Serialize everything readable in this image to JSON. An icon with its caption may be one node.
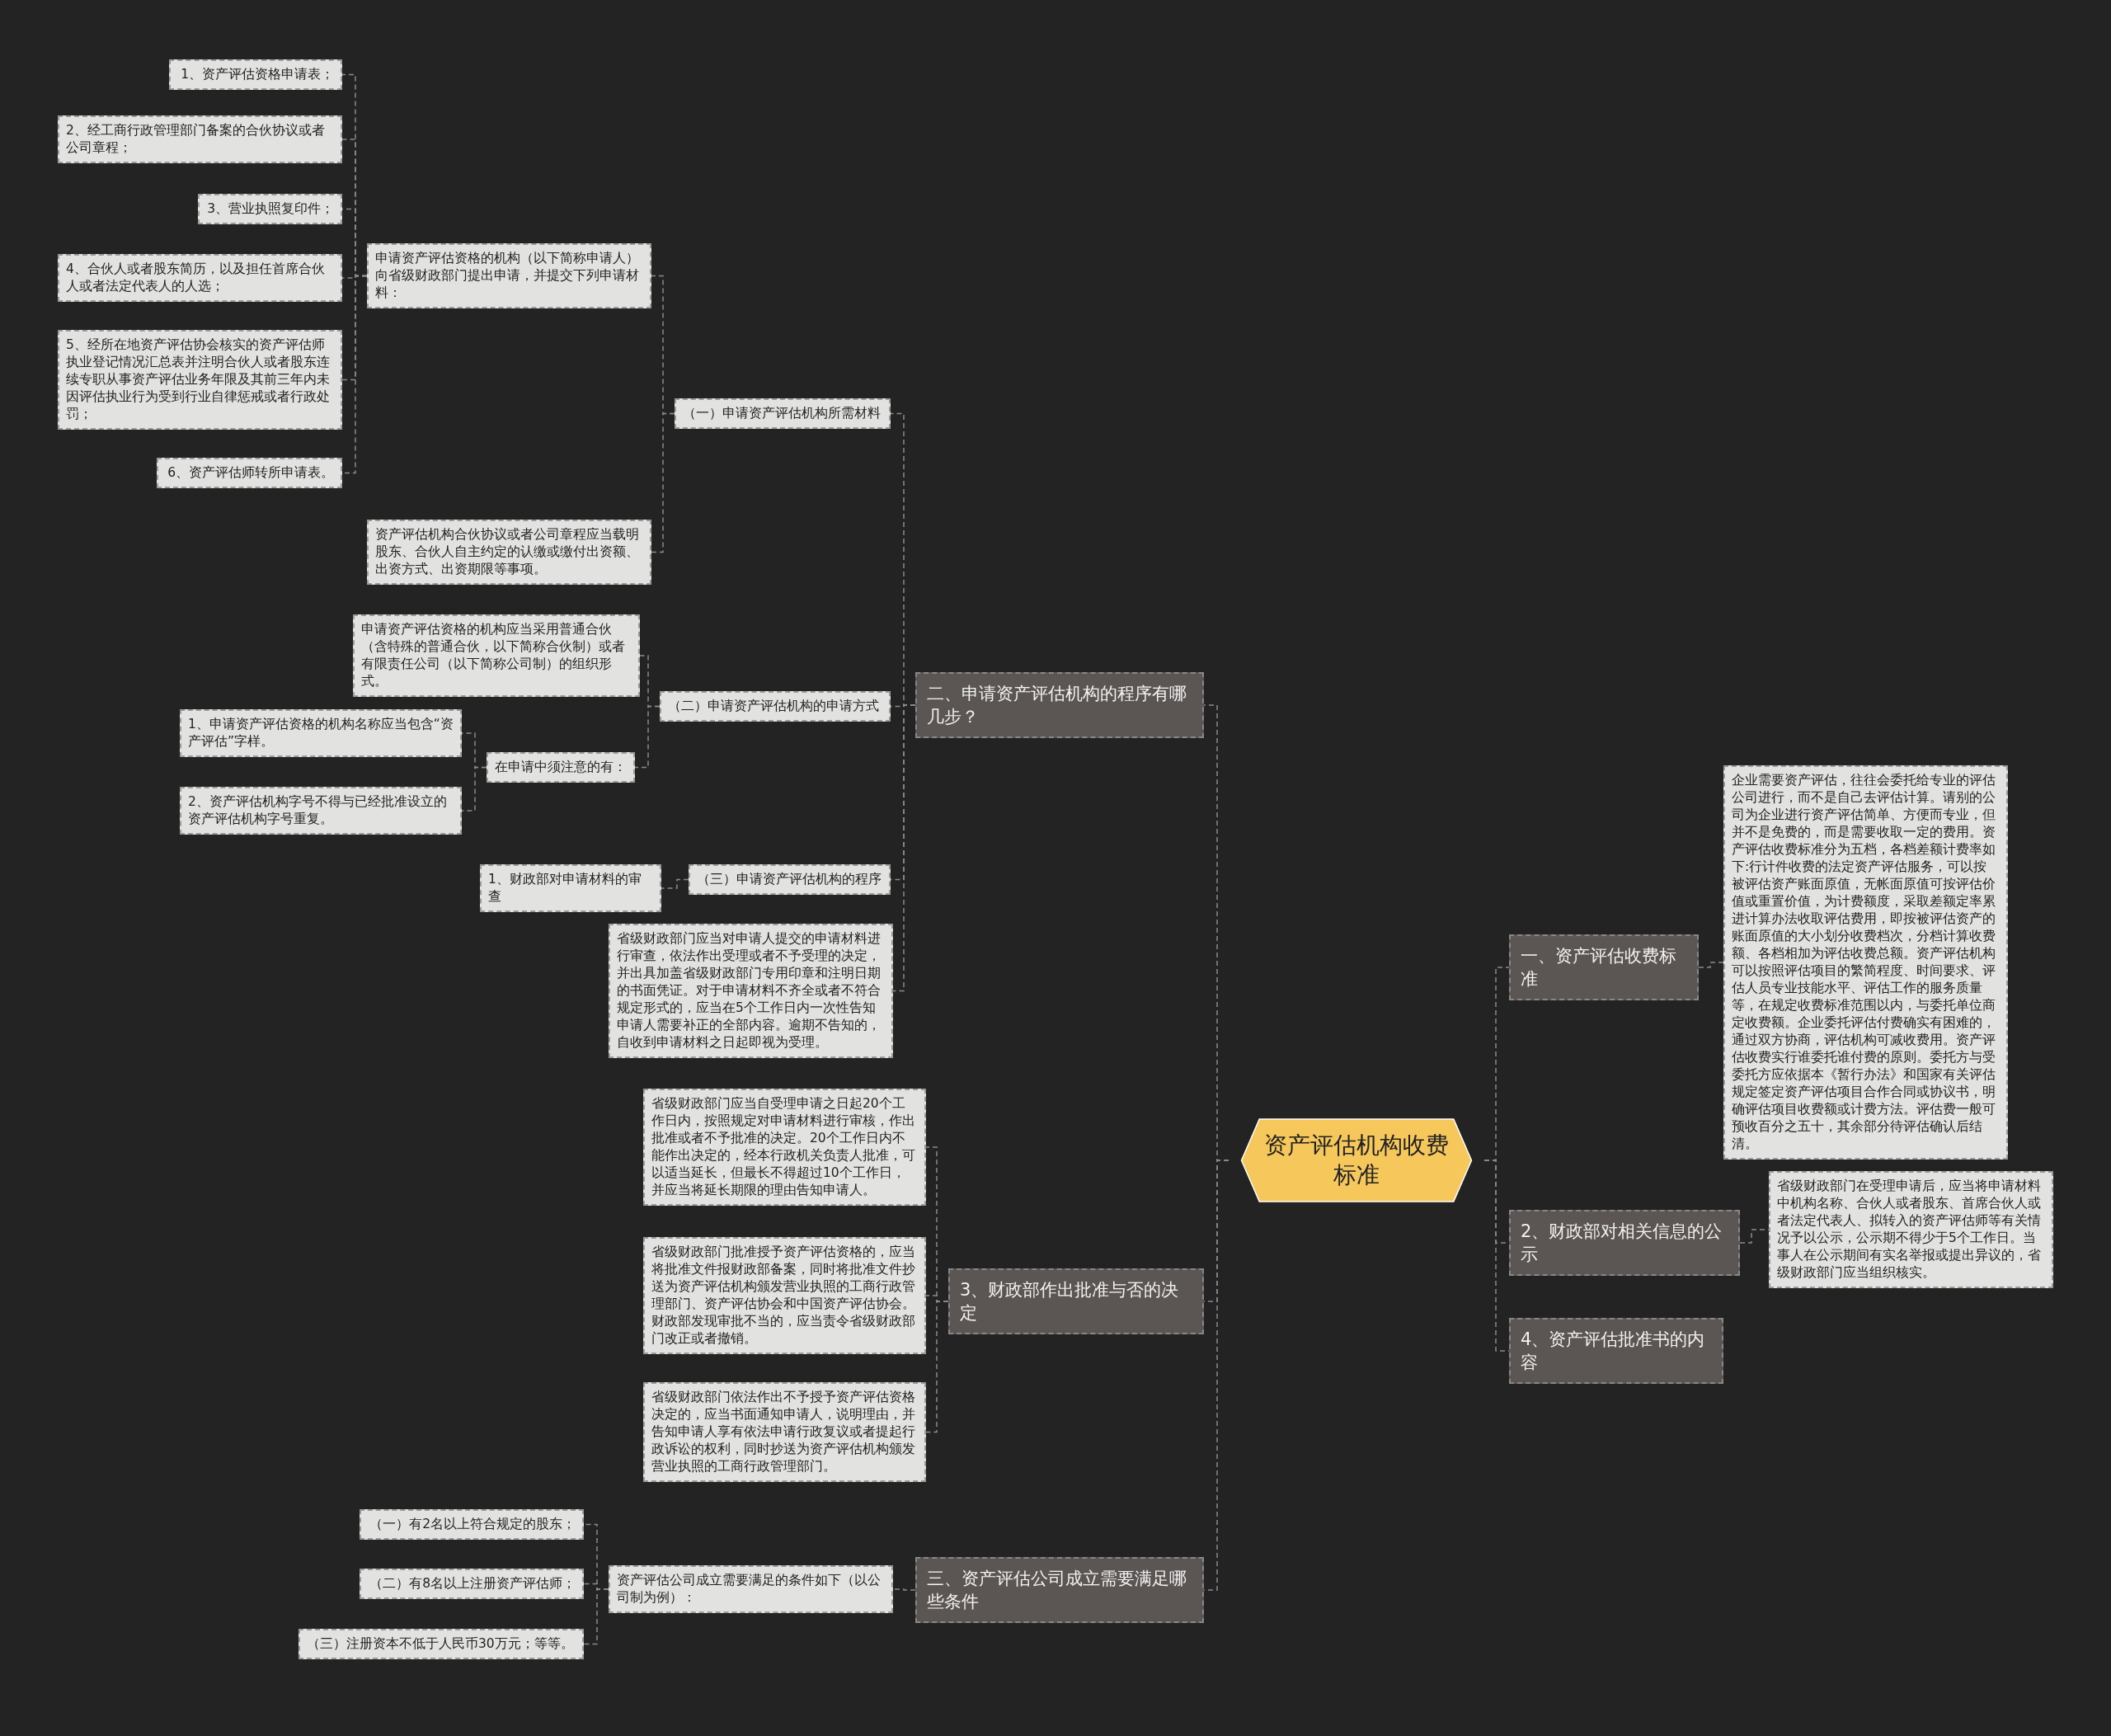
{
  "diagram": {
    "nodes": [
      {
        "text": [
          "资产评估机构收费标准"
        ]
      },
      {
        "text": [
          "二、申请资产评估机构的程序有哪几步？"
        ]
      },
      {
        "text": [
          "（一）申请资产评估机构所需材料"
        ]
      },
      {
        "text": [
          "申请资产评估资格的机构（以下简称申请人）向省级财政部门提出申请，并提交下列申请材料："
        ]
      },
      {
        "text": [
          "1、资产评估资格申请表；"
        ]
      },
      {
        "text": [
          "2、经工商行政管理部门备案的合伙协议或者公司章程；"
        ]
      },
      {
        "text": [
          "3、营业执照复印件；"
        ]
      },
      {
        "text": [
          "4、合伙人或者股东简历，以及担任首席合伙人或者法定代表人的人选；"
        ]
      },
      {
        "text": [
          "5、经所在地资产评估协会核实的资产评估师执业登记情况汇总表并注明合伙人或者股东连续专职从事资产评估业务年限及其前三年内未因评估执业行为受到行业自律惩戒或者行政处罚；"
        ]
      },
      {
        "text": [
          "6、资产评估师转所申请表。"
        ]
      },
      {
        "text": [
          "资产评估机构合伙协议或者公司章程应当载明股东、合伙人自主约定的认缴或缴付出资额、出资方式、出资期限等事项。"
        ]
      },
      {
        "text": [
          "（二）申请资产评估机构的申请方式"
        ]
      },
      {
        "text": [
          "申请资产评估资格的机构应当采用普通合伙（含特殊的普通合伙，以下简称合伙制）或者有限责任公司（以下简称公司制）的组织形式。"
        ]
      },
      {
        "text": [
          "在申请中须注意的有："
        ]
      },
      {
        "text": [
          "1、申请资产评估资格的机构名称应当包含“资产评估”字样。"
        ]
      },
      {
        "text": [
          "2、资产评估机构字号不得与已经批准设立的资产评估机构字号重复。"
        ]
      },
      {
        "text": [
          "（三）申请资产评估机构的程序"
        ]
      },
      {
        "text": [
          "1、财政部对申请材料的审查"
        ]
      },
      {
        "text": [
          "省级财政部门应当对申请人提交的申请材料进行审查，依法作出受理或者不予受理的决定，并出具加盖省级财政部门专用印章和注明日期的书面凭证。对于申请材料不齐全或者不符合规定形式的，应当在5个工作日内一次性告知申请人需要补正的全部内容。逾期不告知的，自收到申请材料之日起即视为受理。"
        ]
      },
      {
        "text": [
          "3、财政部作出批准与否的决定"
        ]
      },
      {
        "text": [
          "省级财政部门应当自受理申请之日起20个工作日内，按照规定对申请材料进行审核，作出批准或者不予批准的决定。20个工作日内不能作出决定的，经本行政机关负责人批准，可以适当延长，但最长不得超过10个工作日，并应当将延长期限的理由告知申请人。"
        ]
      },
      {
        "text": [
          "省级财政部门批准授予资产评估资格的，应当将批准文件报财政部备案，同时将批准文件抄送为资产评估机构颁发营业执照的工商行政管理部门、资产评估协会和中国资产评估协会。财政部发现审批不当的，应当责令省级财政部门改正或者撤销。"
        ]
      },
      {
        "text": [
          "省级财政部门依法作出不予授予资产评估资格决定的，应当书面通知申请人，说明理由，并告知申请人享有依法申请行政复议或者提起行政诉讼的权利，同时抄送为资产评估机构颁发营业执照的工商行政管理部门。"
        ]
      },
      {
        "text": [
          "三、资产评估公司成立需要满足哪些条件"
        ]
      },
      {
        "text": [
          "资产评估公司成立需要满足的条件如下（以公司制为例）："
        ]
      },
      {
        "text": [
          "（一）有2名以上符合规定的股东；"
        ]
      },
      {
        "text": [
          "（二）有8名以上注册资产评估师；"
        ]
      },
      {
        "text": [
          "（三）注册资本不低于人民币30万元；等等。"
        ]
      },
      {
        "text": [
          "一、资产评估收费标准"
        ]
      },
      {
        "text": [
          "企业需要资产评估，往往会委托给专业的评估公司进行，而不是自己去评估计算。请别的公司为企业进行资产评估简单、方便而专业，但并不是免费的，而是需要收取一定的费用。资产评估收费标准分为五档，各档差额计费率如下:行计件收费的法定资产评估服务，可以按被评估资产账面原值，无帐面原值可按评估价值或重置价值，为计费额度，采取差额定率累进计算办法收取评估费用，即按被评估资产的账面原值的大小划分收费档次，分档计算收费额、各档相加为评估收费总额。资产评估机构可以按照评估项目的繁简程度、时间要求、评估人员专业技能水平、评估工作的服务质量等，在规定收费标准范围以内，与委托单位商定收费额。企业委托评估付费确实有困难的，通过双方协商，评估机构可减收费用。资产评估收费实行谁委托谁付费的原则。委托方与受委托方应依据本《暂行办法》和国家有关评估规定签定资产评估项目合作合同或协议书，明确评估项目收费额或计费方法。评估费一般可预收百分之五十，其余部分待评估确认后结清。"
        ]
      },
      {
        "text": [
          "2、财政部对相关信息的公示"
        ]
      },
      {
        "text": [
          "省级财政部门在受理申请后，应当将申请材料中机构名称、合伙人或者股东、首席合伙人或者法定代表人、拟转入的资产评估师等有关情况予以公示，公示期不得少于5个工作日。当事人在公示期间有实名举报或提出异议的，省级财政部门应当组织核实。"
        ]
      },
      {
        "text": [
          "4、资产评估批准书的内容"
        ]
      }
    ],
    "edges": [
      {
        "from": 0,
        "to": 1,
        "arrow": "none"
      },
      {
        "from": 1,
        "to": 2,
        "arrow": "none"
      },
      {
        "from": 2,
        "to": 3,
        "arrow": "none"
      },
      {
        "from": 3,
        "to": 4,
        "arrow": "none"
      },
      {
        "from": 3,
        "to": 5,
        "arrow": "none"
      },
      {
        "from": 3,
        "to": 6,
        "arrow": "none"
      },
      {
        "from": 3,
        "to": 7,
        "arrow": "none"
      },
      {
        "from": 3,
        "to": 8,
        "arrow": "none"
      },
      {
        "from": 3,
        "to": 9,
        "arrow": "none"
      },
      {
        "from": 2,
        "to": 10,
        "arrow": "none"
      },
      {
        "from": 1,
        "to": 11,
        "arrow": "none"
      },
      {
        "from": 11,
        "to": 12,
        "arrow": "none"
      },
      {
        "from": 11,
        "to": 13,
        "arrow": "none"
      },
      {
        "from": 13,
        "to": 14,
        "arrow": "none"
      },
      {
        "from": 13,
        "to": 15,
        "arrow": "none"
      },
      {
        "from": 1,
        "to": 16,
        "arrow": "none"
      },
      {
        "from": 16,
        "to": 17,
        "arrow": "none"
      },
      {
        "from": 1,
        "to": 18,
        "arrow": "none"
      },
      {
        "from": 0,
        "to": 19,
        "arrow": "none"
      },
      {
        "from": 19,
        "to": 20,
        "arrow": "none"
      },
      {
        "from": 19,
        "to": 21,
        "arrow": "none"
      },
      {
        "from": 19,
        "to": 22,
        "arrow": "none"
      },
      {
        "from": 0,
        "to": 23,
        "arrow": "none"
      },
      {
        "from": 23,
        "to": 24,
        "arrow": "none"
      },
      {
        "from": 24,
        "to": 25,
        "arrow": "none"
      },
      {
        "from": 24,
        "to": 26,
        "arrow": "none"
      },
      {
        "from": 24,
        "to": 27,
        "arrow": "none"
      },
      {
        "from": 0,
        "to": 28,
        "arrow": "none"
      },
      {
        "from": 28,
        "to": 29,
        "arrow": "none"
      },
      {
        "from": 0,
        "to": 30,
        "arrow": "none"
      },
      {
        "from": 30,
        "to": 31,
        "arrow": "none"
      },
      {
        "from": 0,
        "to": 32,
        "arrow": "none"
      }
    ]
  }
}
